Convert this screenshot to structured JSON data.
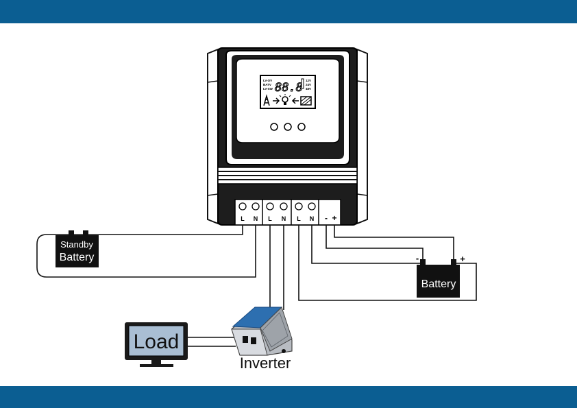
{
  "controller": {
    "display": {
      "digits": "88.8",
      "left_text": [
        "LV-OV",
        "BATV",
        "LV-SW"
      ],
      "right_text": [
        "12V",
        "24V",
        "48V"
      ]
    },
    "terminals": [
      "L",
      "N",
      "L",
      "N",
      "L",
      "N",
      "-",
      "+"
    ]
  },
  "standby_battery": {
    "line1": "Standby",
    "line2": "Battery"
  },
  "battery": {
    "label": "Battery",
    "minus": "-",
    "plus": "+"
  },
  "load": {
    "label": "Load"
  },
  "inverter": {
    "label": "Inverter"
  },
  "colors": {
    "banner": "#0b5e92",
    "line": "#111111",
    "screen": "#a9bed3",
    "inverter_body": "#b8bcc2",
    "inverter_stripe": "#2d6fb0"
  }
}
